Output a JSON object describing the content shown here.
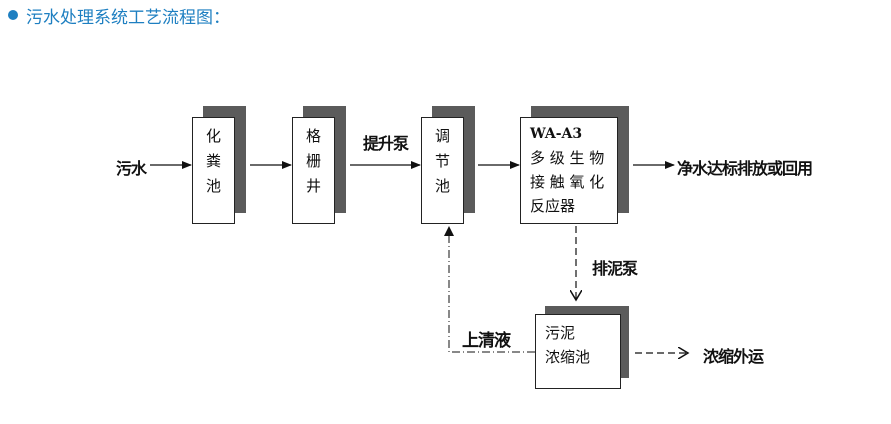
{
  "header": {
    "title": "污水处理系统工艺流程图：",
    "bullet_color": "#1e7fc1"
  },
  "diagram": {
    "input_label": "污水",
    "nodes": [
      {
        "id": "septic",
        "lines": [
          "化",
          "粪",
          "池"
        ]
      },
      {
        "id": "screen",
        "lines": [
          "格",
          "栅",
          "井"
        ]
      },
      {
        "id": "equalization",
        "lines": [
          "调",
          "节",
          "池"
        ]
      },
      {
        "id": "reactor",
        "lines": [
          "WA-A3",
          "多 级 生 物",
          "接 触 氧 化",
          "反应器"
        ]
      },
      {
        "id": "sludge",
        "lines": [
          "污泥",
          "浓缩池"
        ]
      }
    ],
    "labels": {
      "lift_pump": "提升泵",
      "output": "净水达标排放或回用",
      "sludge_pump": "排泥泵",
      "supernatant": "上清液",
      "sludge_out": "浓缩外运"
    }
  }
}
